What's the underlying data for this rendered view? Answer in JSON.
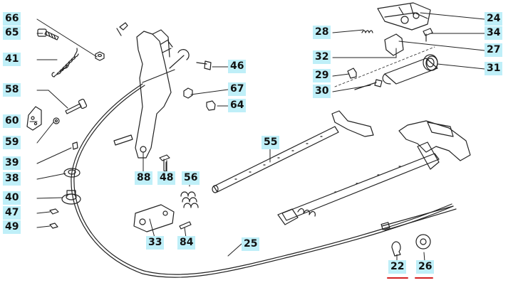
{
  "diagram": {
    "callouts": [
      {
        "id": "p66",
        "text": "66"
      },
      {
        "id": "p65",
        "text": "65"
      },
      {
        "id": "p41",
        "text": "41"
      },
      {
        "id": "p58",
        "text": "58"
      },
      {
        "id": "p60",
        "text": "60"
      },
      {
        "id": "p59",
        "text": "59"
      },
      {
        "id": "p39",
        "text": "39"
      },
      {
        "id": "p38",
        "text": "38"
      },
      {
        "id": "p40",
        "text": "40"
      },
      {
        "id": "p47",
        "text": "47"
      },
      {
        "id": "p49",
        "text": "49"
      },
      {
        "id": "p88",
        "text": "88"
      },
      {
        "id": "p48",
        "text": "48"
      },
      {
        "id": "p56",
        "text": "56"
      },
      {
        "id": "p33",
        "text": "33"
      },
      {
        "id": "p84",
        "text": "84"
      },
      {
        "id": "p46",
        "text": "46"
      },
      {
        "id": "p67",
        "text": "67"
      },
      {
        "id": "p64",
        "text": "64"
      },
      {
        "id": "p55",
        "text": "55"
      },
      {
        "id": "p25",
        "text": "25"
      },
      {
        "id": "p28",
        "text": "28"
      },
      {
        "id": "p32",
        "text": "32"
      },
      {
        "id": "p29",
        "text": "29"
      },
      {
        "id": "p30",
        "text": "30"
      },
      {
        "id": "p24",
        "text": "24"
      },
      {
        "id": "p34",
        "text": "34"
      },
      {
        "id": "p27",
        "text": "27"
      },
      {
        "id": "p31",
        "text": "31"
      },
      {
        "id": "p22",
        "text": "22"
      },
      {
        "id": "p26",
        "text": "26"
      }
    ],
    "highlighted": [
      "22",
      "26"
    ],
    "colors": {
      "label_bg": "#bfeff8",
      "line": "#222222",
      "highlight": "#d42020"
    }
  }
}
